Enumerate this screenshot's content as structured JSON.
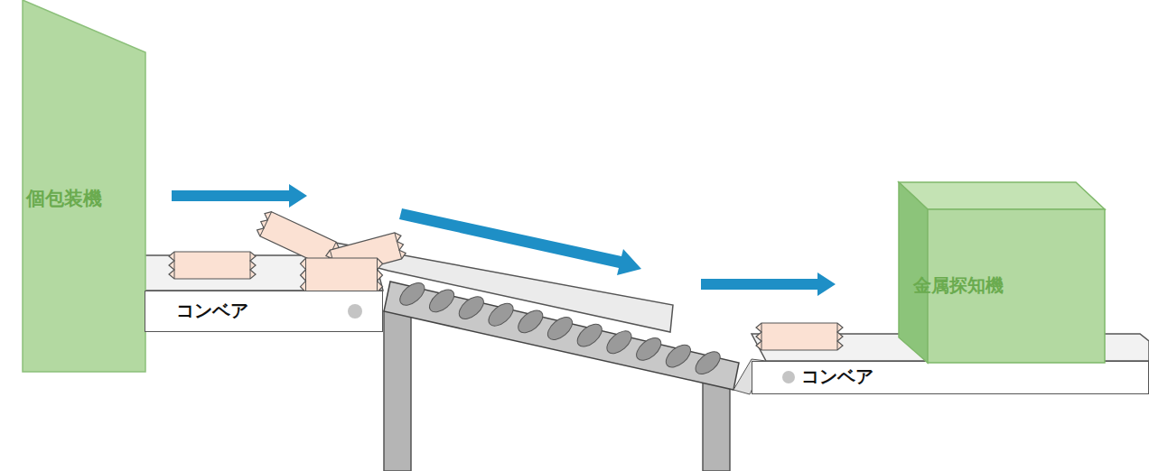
{
  "diagram": {
    "nodes": [
      {
        "text": [
          "個包装機"
        ]
      },
      {
        "text": [
          "コンベア"
        ]
      },
      {
        "text": [
          "コンベア"
        ]
      },
      {
        "text": [
          "金属探知機"
        ]
      }
    ]
  }
}
